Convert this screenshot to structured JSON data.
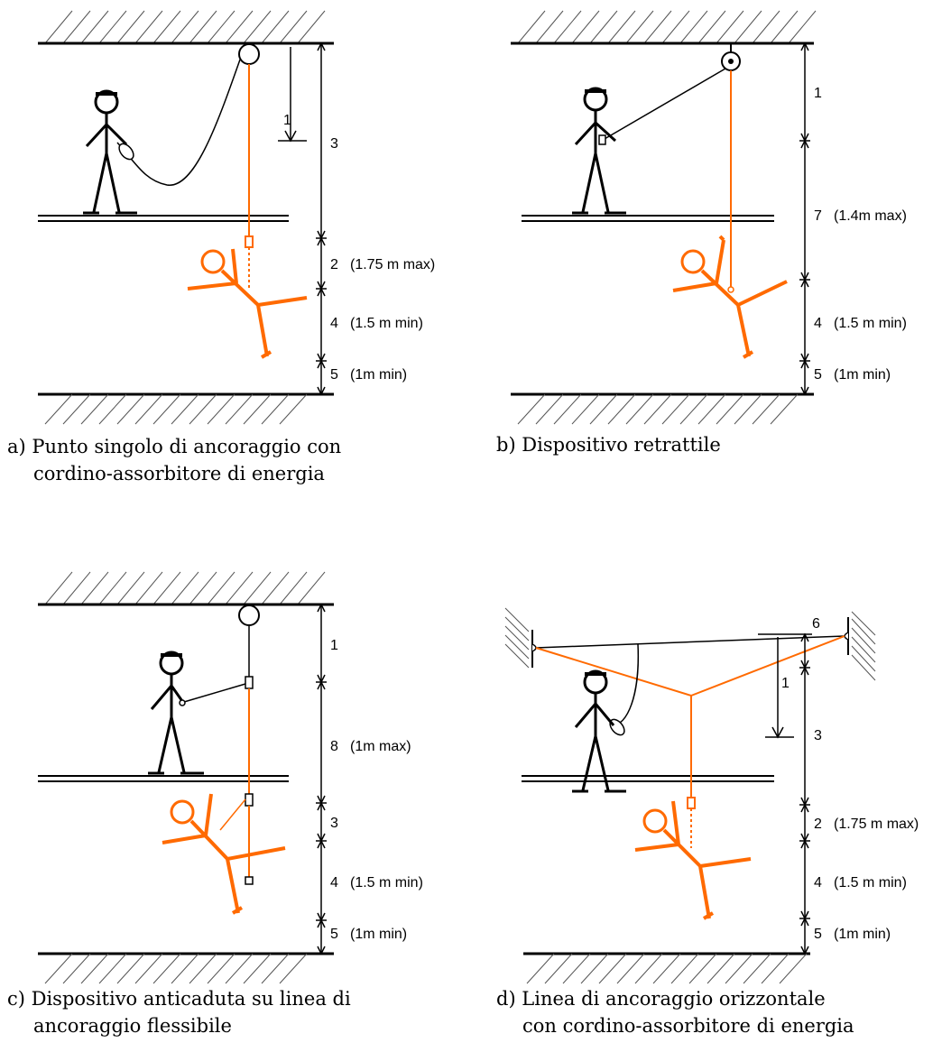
{
  "panels": [
    {
      "id": "a",
      "caption_line1": "a)  Punto singolo di ancoraggio con",
      "caption_line2": "cordino-assorbitore di energia",
      "labels": {
        "d1": "1",
        "d3": "3",
        "d2": "2",
        "n2": "(1.75 m max)",
        "d4": "4",
        "n4": "(1.5 m min)",
        "d5": "5",
        "n5": "(1m min)"
      }
    },
    {
      "id": "b",
      "caption_line1": "b)  Dispositivo retrattile",
      "caption_line2": "",
      "labels": {
        "d1": "1",
        "d7": "7",
        "n7": "(1.4m max)",
        "d4": "4",
        "n4": "(1.5 m min)",
        "d5": "5",
        "n5": "(1m min)"
      }
    },
    {
      "id": "c",
      "caption_line1": "c)  Dispositivo anticaduta su linea di",
      "caption_line2": "ancoraggio flessibile",
      "labels": {
        "d1": "1",
        "d8": "8",
        "n8": "(1m max)",
        "d3": "3",
        "d4": "4",
        "n4": "(1.5 m min)",
        "d5": "5",
        "n5": "(1m min)"
      }
    },
    {
      "id": "d",
      "caption_line1": "d)  Linea di ancoraggio orizzontale",
      "caption_line2": "con cordino-assorbitore di energia",
      "labels": {
        "d6": "6",
        "d1": "1",
        "d3": "3",
        "d2": "2",
        "n2": "(1.75 m max)",
        "d4": "4",
        "n4": "(1.5 m min)",
        "d5": "5",
        "n5": "(1m min)"
      }
    }
  ],
  "colors": {
    "fallen_worker": "#ff6a00",
    "lines": "#000000"
  }
}
